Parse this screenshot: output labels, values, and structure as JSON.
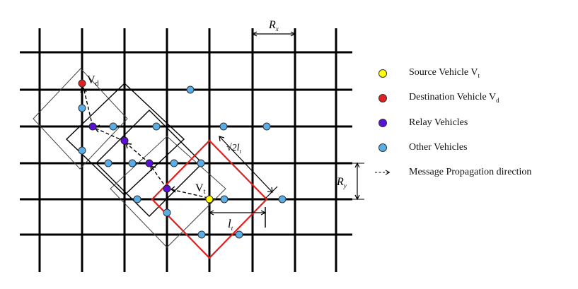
{
  "colors": {
    "source": "#ffff00",
    "destination": "#e02020",
    "relay": "#5a10d8",
    "other": "#5aaee8",
    "road": "#000000",
    "highlight_square": "#e02020"
  },
  "labels": {
    "destination_vehicle": "V",
    "destination_sub": "d",
    "source_vehicle": "V",
    "source_sub": "t",
    "rx_main": "R",
    "rx_sub": "x",
    "ry_main": "R",
    "ry_sub": "y",
    "lt_main": "l",
    "lt_sub": "t",
    "sqrt2lt_main": "√2l",
    "sqrt2lt_sub": "t"
  },
  "legend": [
    {
      "id": "source",
      "label": "Source Vehicle V",
      "sub": "t",
      "marker": "dot",
      "color": "#ffff00"
    },
    {
      "id": "destination",
      "label": "Destination Vehicle V",
      "sub": "d",
      "marker": "dot",
      "color": "#e02020"
    },
    {
      "id": "relay",
      "label": "Relay Vehicles",
      "sub": "",
      "marker": "dot",
      "color": "#5a10d8"
    },
    {
      "id": "other",
      "label": "Other Vehicles",
      "sub": "",
      "marker": "dot",
      "color": "#5aaee8"
    },
    {
      "id": "direction",
      "label": "Message Propagation direction",
      "sub": "",
      "marker": "arrow",
      "color": "#000000"
    }
  ]
}
